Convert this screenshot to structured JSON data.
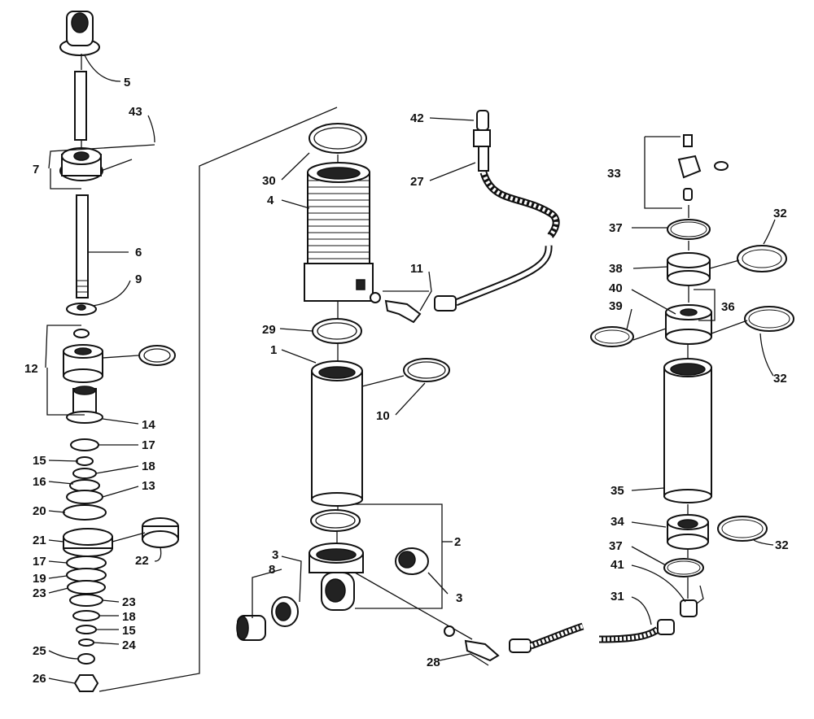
{
  "figure": {
    "callouts": [
      "5",
      "43",
      "7",
      "6",
      "9",
      "12",
      "14",
      "17",
      "15",
      "18",
      "16",
      "13",
      "20",
      "21",
      "22",
      "17",
      "19",
      "23",
      "23",
      "18",
      "15",
      "24",
      "25",
      "26",
      "30",
      "4",
      "29",
      "1",
      "10",
      "11",
      "42",
      "27",
      "3",
      "8",
      "3",
      "2",
      "28",
      "33",
      "37",
      "32",
      "38",
      "40",
      "36",
      "39",
      "32",
      "35",
      "34",
      "32",
      "37",
      "41",
      "31"
    ]
  }
}
